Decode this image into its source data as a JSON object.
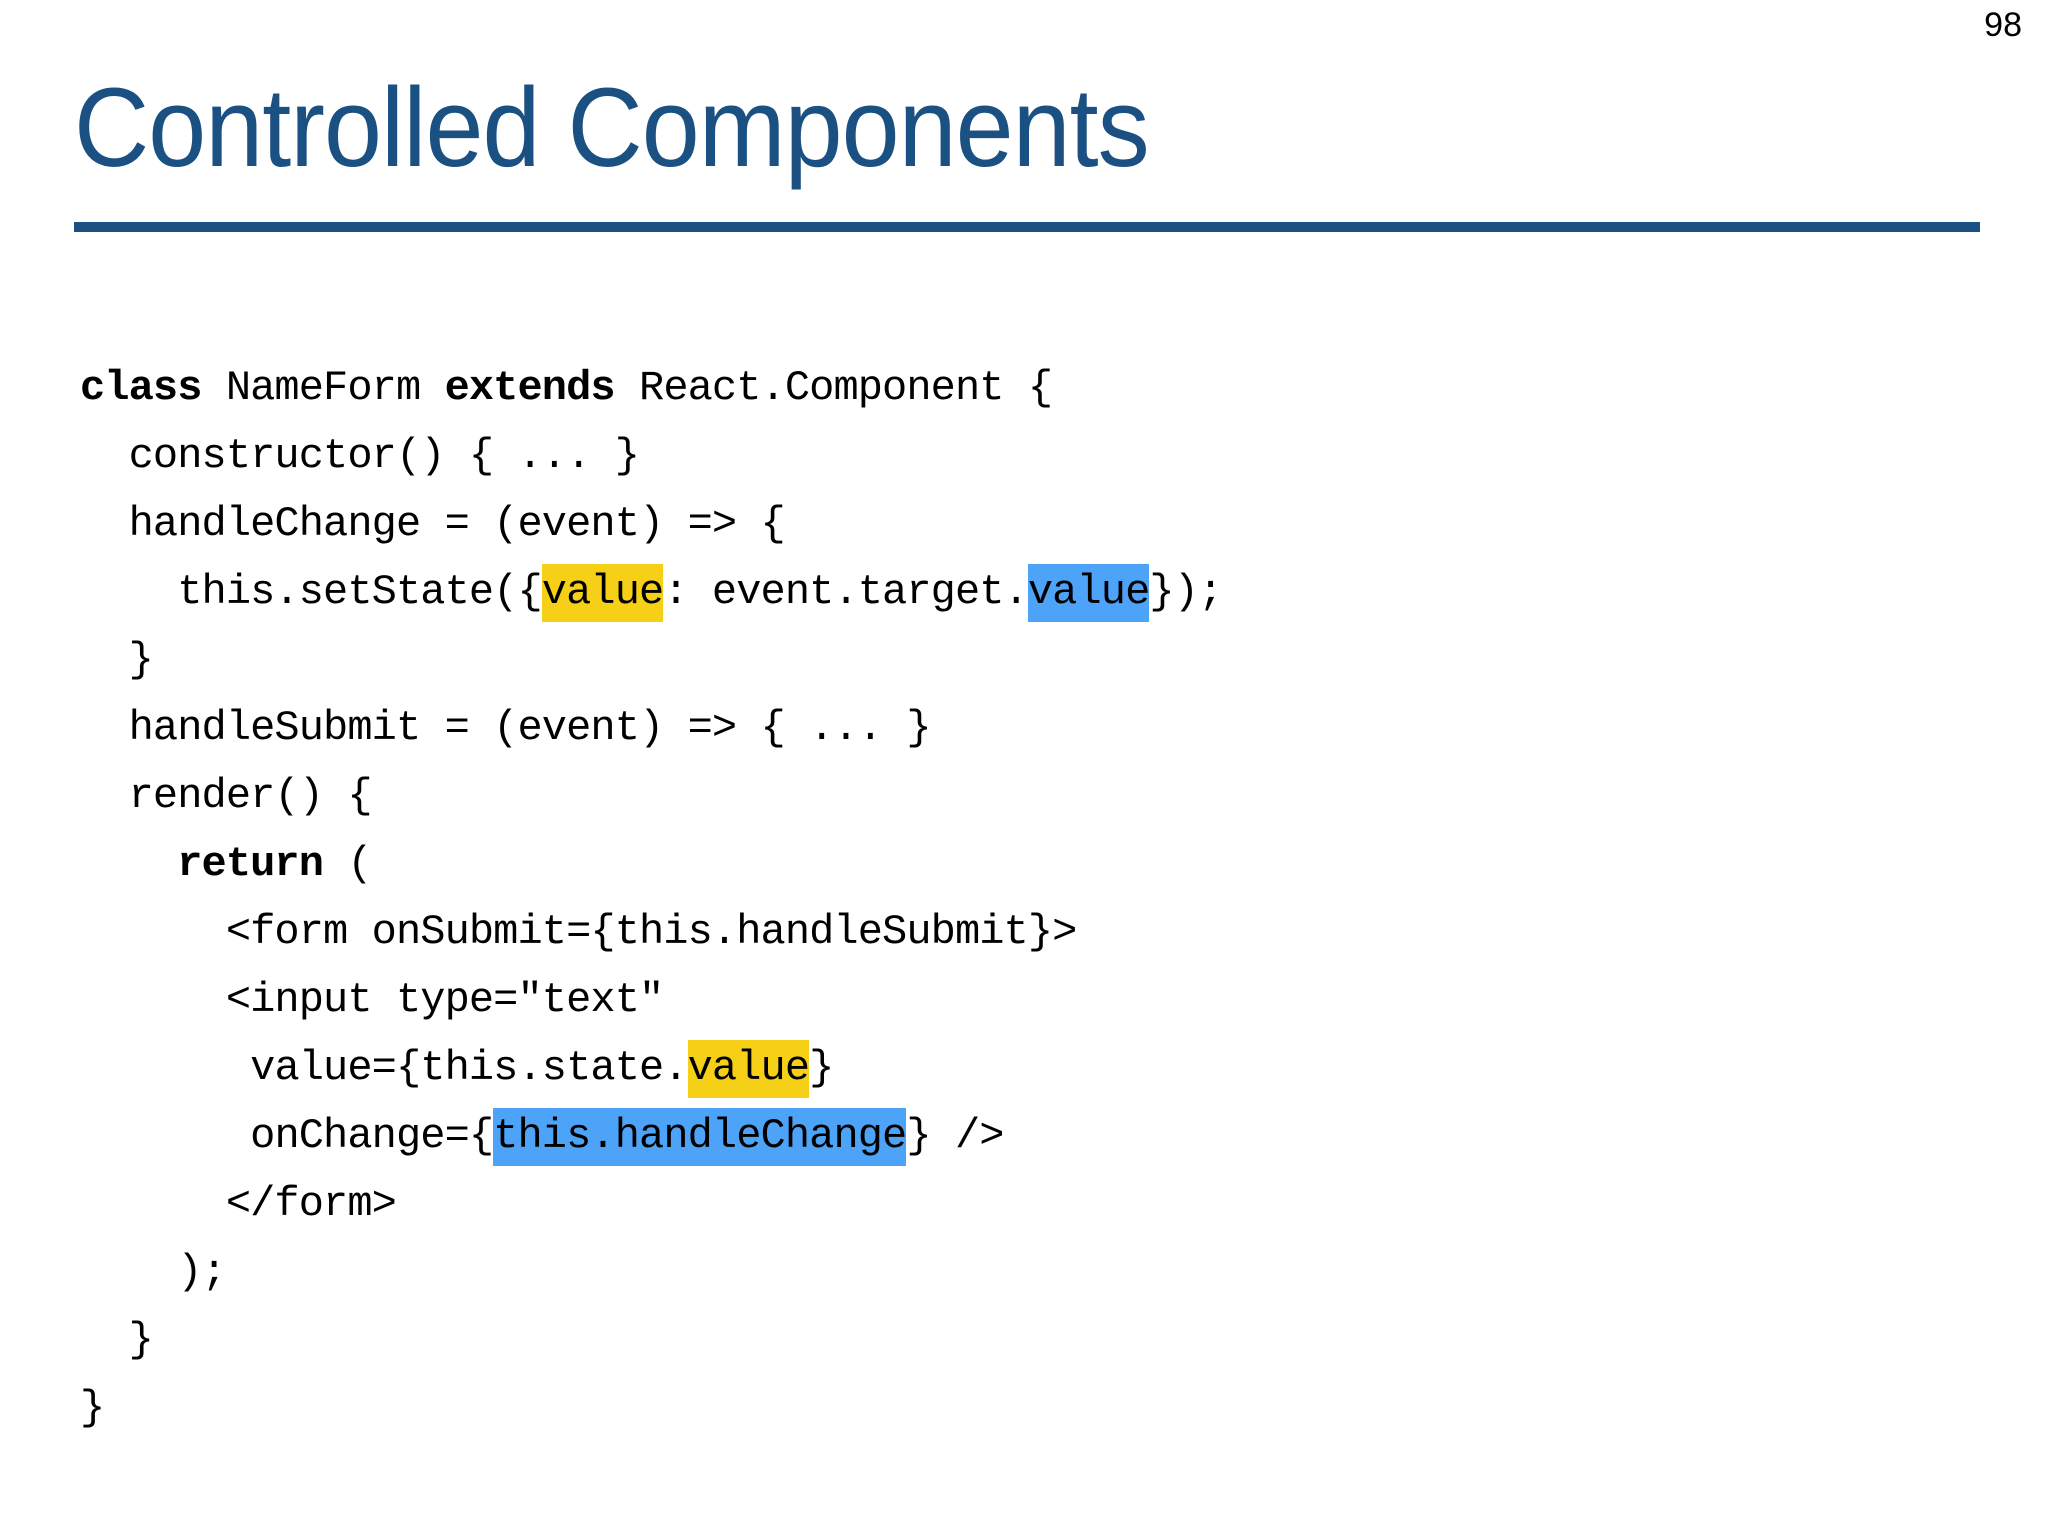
{
  "slide": {
    "page_number": "98",
    "title": "Controlled Components",
    "accent_color": "#1B5083",
    "highlight_yellow": "#F5D017",
    "highlight_blue": "#4DA3F7",
    "background_color": "#FFFFFF",
    "text_color": "#000000"
  },
  "code": {
    "language": "jsx",
    "lines": [
      {
        "id": "line-1",
        "indent": 0,
        "segments": [
          {
            "text": "class ",
            "style": "bold"
          },
          {
            "text": "NameForm ",
            "style": "normal"
          },
          {
            "text": "extends ",
            "style": "bold"
          },
          {
            "text": "React.Component {",
            "style": "normal"
          }
        ],
        "plain": "class NameForm extends React.Component {"
      },
      {
        "id": "line-2",
        "indent": 2,
        "segments": [
          {
            "text": "constructor() { ... }",
            "style": "normal"
          }
        ],
        "plain": "  constructor() { ... }"
      },
      {
        "id": "line-3",
        "indent": 2,
        "segments": [
          {
            "text": "handleChange = (event) => {",
            "style": "normal"
          }
        ],
        "plain": "  handleChange = (event) => {"
      },
      {
        "id": "line-4",
        "indent": 4,
        "segments": [
          {
            "text": "this.setState({",
            "style": "normal"
          },
          {
            "text": "value",
            "style": "hl-yellow"
          },
          {
            "text": ": event.target.",
            "style": "normal"
          },
          {
            "text": "value",
            "style": "hl-blue"
          },
          {
            "text": "});",
            "style": "normal"
          }
        ],
        "plain": "    this.setState({value: event.target.value});"
      },
      {
        "id": "line-5",
        "indent": 2,
        "segments": [
          {
            "text": "}",
            "style": "normal"
          }
        ],
        "plain": "  }"
      },
      {
        "id": "line-6",
        "indent": 2,
        "segments": [
          {
            "text": "handleSubmit = (event) => { ... }",
            "style": "normal"
          }
        ],
        "plain": "  handleSubmit = (event) => { ... }"
      },
      {
        "id": "line-7",
        "indent": 2,
        "segments": [
          {
            "text": "render() {",
            "style": "normal"
          }
        ],
        "plain": "  render() {"
      },
      {
        "id": "line-8",
        "indent": 4,
        "segments": [
          {
            "text": "return ",
            "style": "bold"
          },
          {
            "text": "(",
            "style": "normal"
          }
        ],
        "plain": "    return ("
      },
      {
        "id": "line-9",
        "indent": 6,
        "segments": [
          {
            "text": "<form onSubmit={this.handleSubmit}>",
            "style": "normal"
          }
        ],
        "plain": "      <form onSubmit={this.handleSubmit}>"
      },
      {
        "id": "line-10",
        "indent": 6,
        "segments": [
          {
            "text": "<input type=\"text\"",
            "style": "normal"
          }
        ],
        "plain": "      <input type=\"text\""
      },
      {
        "id": "line-11",
        "indent": 7,
        "segments": [
          {
            "text": "value={this.state.",
            "style": "normal"
          },
          {
            "text": "value",
            "style": "hl-yellow"
          },
          {
            "text": "}",
            "style": "normal"
          }
        ],
        "plain": "       value={this.state.value}"
      },
      {
        "id": "line-12",
        "indent": 7,
        "segments": [
          {
            "text": "onChange={",
            "style": "normal"
          },
          {
            "text": "this.handleChange",
            "style": "hl-blue"
          },
          {
            "text": "} />",
            "style": "normal"
          }
        ],
        "plain": "       onChange={this.handleChange} />"
      },
      {
        "id": "line-13",
        "indent": 6,
        "segments": [
          {
            "text": "</form>",
            "style": "normal"
          }
        ],
        "plain": "      </form>"
      },
      {
        "id": "line-14",
        "indent": 4,
        "segments": [
          {
            "text": ");",
            "style": "normal"
          }
        ],
        "plain": "    );"
      },
      {
        "id": "line-15",
        "indent": 2,
        "segments": [
          {
            "text": "}",
            "style": "normal"
          }
        ],
        "plain": "  }"
      },
      {
        "id": "line-16",
        "indent": 0,
        "segments": [
          {
            "text": "}",
            "style": "normal"
          }
        ],
        "plain": "}"
      }
    ]
  }
}
